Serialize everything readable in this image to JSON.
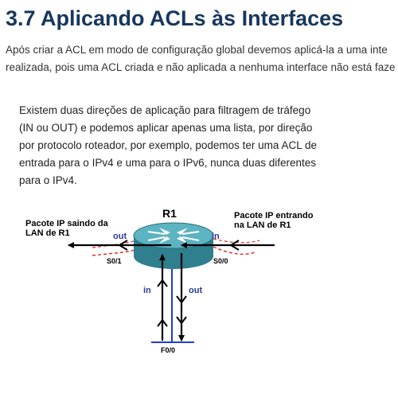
{
  "header": {
    "title": "3.7 Aplicando ACLs às Interfaces"
  },
  "intro_lines": [
    "Após criar a ACL em modo de configuração global devemos aplicá-la a uma inte",
    "realizada, pois uma ACL criada e não aplicada a nenhuma interface não está faze"
  ],
  "body_lines": [
    "Existem duas direções de aplicação para filtragem de tráfego",
    "(IN ou OUT) e podemos aplicar apenas uma lista, por direção",
    "por protocolo roteador, por exemplo, podemos ter uma ACL de",
    "entrada para o IPv4 e uma para o IPv6, nunca duas diferentes",
    "para o IPv4."
  ],
  "diagram": {
    "router_label": "R1",
    "left_caption": [
      "Pacote IP saindo da",
      "LAN de R1"
    ],
    "right_caption": [
      "Pacote IP entrando",
      "na LAN de R1"
    ],
    "out_left": "out",
    "in_right": "in",
    "in_bottom": "in",
    "out_bottom": "out",
    "iface_left": "S0/1",
    "iface_right": "S0/0",
    "iface_bottom": "F0/0",
    "colors": {
      "router": "#3f98a8",
      "router_dark": "#2a6e7c",
      "router_top": "#6cc0cc",
      "lan_line": "#1e3ec8",
      "dashed": "#e0302a",
      "arrow": "#000000",
      "label_blue": "#2a3a99"
    }
  }
}
